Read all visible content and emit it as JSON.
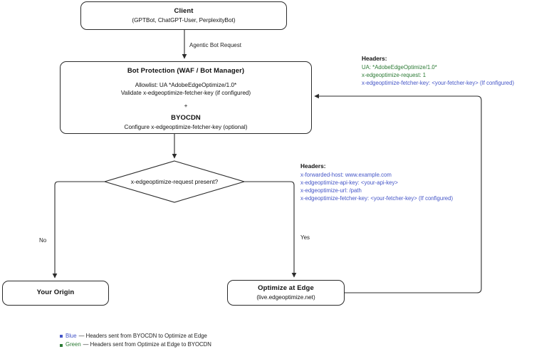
{
  "diagram": {
    "nodes": {
      "client": {
        "title": "Client",
        "subtitle": "(GPTBot, ChatGPT-User, PerplexityBot)"
      },
      "bot_protection": {
        "title": "Bot Protection (WAF / Bot Manager)",
        "line1": "Allowlist: UA *AdobeEdgeOptimize/1.0*",
        "line2": "Validate x-edgeoptimize-fetcher-key (if configured)",
        "plus": "+",
        "subtitle": "BYOCDN",
        "line3": "Configure x-edgeoptimize-fetcher-key (optional)"
      },
      "decision": {
        "label": "x-edgeoptimize-request present?"
      },
      "origin": {
        "title": "Your Origin"
      },
      "edge": {
        "title": "Optimize at Edge",
        "subtitle": "(live.edgeoptimize.net)"
      }
    },
    "edge_labels": {
      "agentic": "Agentic Bot Request",
      "no": "No",
      "yes": "Yes"
    },
    "headers_green": {
      "title": "Headers:",
      "lines": [
        {
          "text": "UA: *AdobeEdgeOptimize/1.0*",
          "color": "green"
        },
        {
          "text": "x-edgeoptimize-request: 1",
          "color": "green"
        },
        {
          "text": "x-edgeoptimize-fetcher-key: <your-fetcher-key> (If configured)",
          "color": "blue"
        }
      ]
    },
    "headers_blue": {
      "title": "Headers:",
      "lines": [
        {
          "text": "x-forwarded-host: www.example.com",
          "color": "blue"
        },
        {
          "text": "x-edgeoptimize-api-key: <your-api-key>",
          "color": "blue"
        },
        {
          "text": "x-edgeoptimize-url: /path",
          "color": "blue"
        },
        {
          "text": "x-edgeoptimize-fetcher-key: <your-fetcher-key> (If configured)",
          "color": "blue"
        }
      ]
    },
    "legend": {
      "rows": [
        {
          "key": "Blue",
          "color": "blue",
          "text": "— Headers sent from BYOCDN to Optimize at Edge"
        },
        {
          "key": "Green",
          "color": "green",
          "text": "— Headers sent from Optimize at Edge to BYOCDN"
        }
      ]
    },
    "colors": {
      "blue": "#4455c7",
      "green": "#2b7a34",
      "stroke": "#2b2b2b"
    }
  }
}
